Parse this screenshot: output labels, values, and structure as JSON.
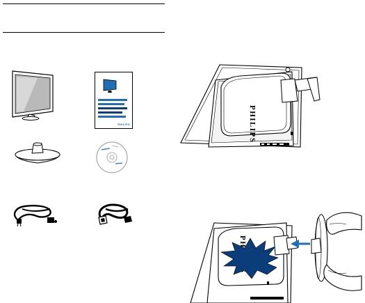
{
  "page": {
    "brand_text": "PHILIPS",
    "colors": {
      "ink": "#000000",
      "accent_blue": "#1e6fb8",
      "burst_blue": "#0a3d7a"
    }
  },
  "accessories": [
    {
      "name": "monitor",
      "icon": "monitor-icon"
    },
    {
      "name": "quick-start-guide",
      "icon": "guide-icon"
    },
    {
      "name": "base-stand",
      "icon": "stand-base-icon"
    },
    {
      "name": "cd-rom",
      "icon": "disc-icon"
    },
    {
      "name": "power-cord",
      "icon": "power-cord-icon"
    },
    {
      "name": "vga-cable",
      "icon": "vga-cable-icon"
    }
  ],
  "guide_brand": "PHILIPS",
  "steps": [
    {
      "name": "attach-base-step-1",
      "brand": "PHILIPS"
    },
    {
      "name": "attach-base-step-2",
      "brand": "PHILIPS"
    }
  ]
}
